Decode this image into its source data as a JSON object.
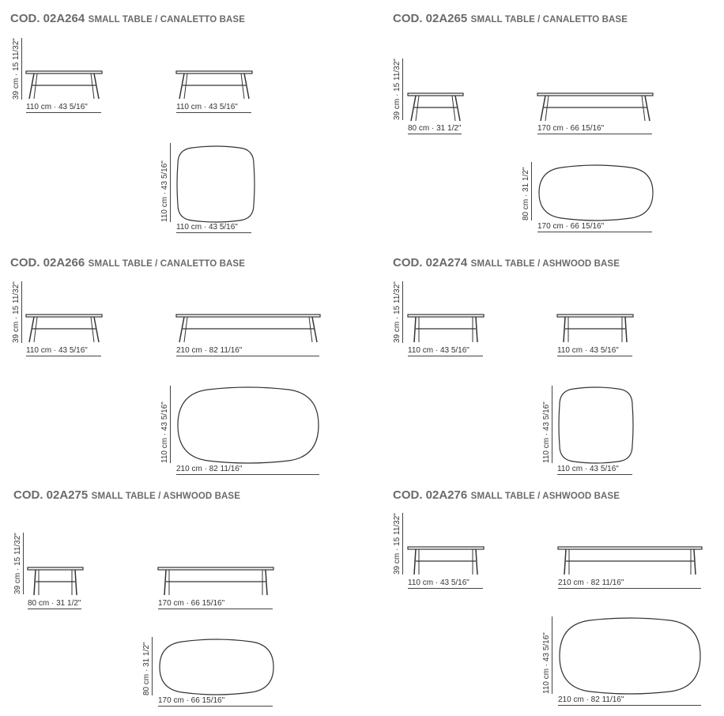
{
  "colors": {
    "line": "#333333",
    "title": "#6a6a6a"
  },
  "sections": [
    {
      "code": "COD. 02A264",
      "desc": "SMALL TABLE / CANALETTO BASE",
      "height_dim": "39 cm · 15 11/32\"",
      "front_dim": "110 cm · 43 5/16\"",
      "side_dim": "110 cm · 43 5/16\"",
      "top_len_dim": "110 cm · 43 5/16\"",
      "top_wid_dim": "110 cm · 43 5/16\""
    },
    {
      "code": "COD. 02A265",
      "desc": "SMALL TABLE / CANALETTO BASE",
      "height_dim": "39 cm · 15 11/32\"",
      "front_dim": "80 cm · 31 1/2\"",
      "side_dim": "170 cm · 66 15/16\"",
      "top_len_dim": "170 cm · 66 15/16\"",
      "top_wid_dim": "80 cm · 31 1/2\""
    },
    {
      "code": "COD. 02A266",
      "desc": "SMALL TABLE / CANALETTO BASE",
      "height_dim": "39 cm · 15 11/32\"",
      "front_dim": "110 cm · 43 5/16\"",
      "side_dim": "210 cm · 82 11/16\"",
      "top_len_dim": "210 cm · 82 11/16\"",
      "top_wid_dim": "110 cm · 43 5/16\""
    },
    {
      "code": "COD. 02A274",
      "desc": "SMALL TABLE / ASHWOOD BASE",
      "height_dim": "39 cm · 15 11/32\"",
      "front_dim": "110 cm · 43 5/16\"",
      "side_dim": "110 cm · 43 5/16\"",
      "top_len_dim": "110 cm · 43 5/16\"",
      "top_wid_dim": "110 cm · 43 5/16\""
    },
    {
      "code": "COD. 02A275",
      "desc": "SMALL TABLE / ASHWOOD BASE",
      "height_dim": "39 cm · 15 11/32\"",
      "front_dim": "80 cm · 31 1/2\"",
      "side_dim": "170 cm · 66 15/16\"",
      "top_len_dim": "170 cm · 66 15/16\"",
      "top_wid_dim": "80 cm · 31 1/2\""
    },
    {
      "code": "COD. 02A276",
      "desc": "SMALL TABLE / ASHWOOD BASE",
      "height_dim": "39 cm · 15 11/32\"",
      "front_dim": "110 cm · 43 5/16\"",
      "side_dim": "210 cm · 82 11/16\"",
      "top_len_dim": "210 cm · 82 11/16\"",
      "top_wid_dim": "110 cm · 43 5/16\""
    }
  ]
}
